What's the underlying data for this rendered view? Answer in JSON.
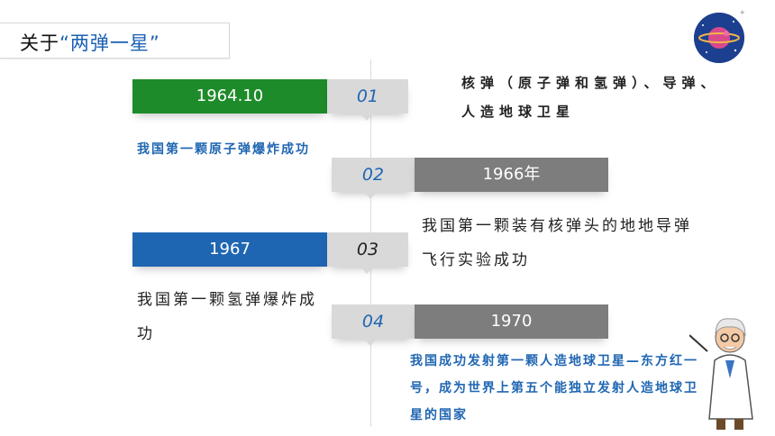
{
  "header": {
    "title_prefix": "关于",
    "title_accent": "“两弹一星”"
  },
  "intro_text": "核弹（原子弹和氢弹）、导弹、人造地球卫星",
  "timeline": [
    {
      "num": "01",
      "year": "1964.10",
      "desc": "我国第一颗原子弹爆炸成功"
    },
    {
      "num": "02",
      "year": "1966年",
      "desc": "我国第一颗装有核弹头的地地导弹飞行实验成功"
    },
    {
      "num": "03",
      "year": "1967",
      "desc": "我国第一颗氢弹爆炸成功"
    },
    {
      "num": "04",
      "year": "1970",
      "desc": "我国成功发射第一颗人造地球卫星—东方红一号，成为世界上第五个能独立发射人造地球卫星的国家"
    }
  ],
  "colors": {
    "green": "#1e8b2a",
    "blue": "#1f66b2",
    "gray": "#7d7d7d",
    "light": "#d9d9d9"
  },
  "icons": [
    "planet-icon",
    "scientist-illustration"
  ]
}
